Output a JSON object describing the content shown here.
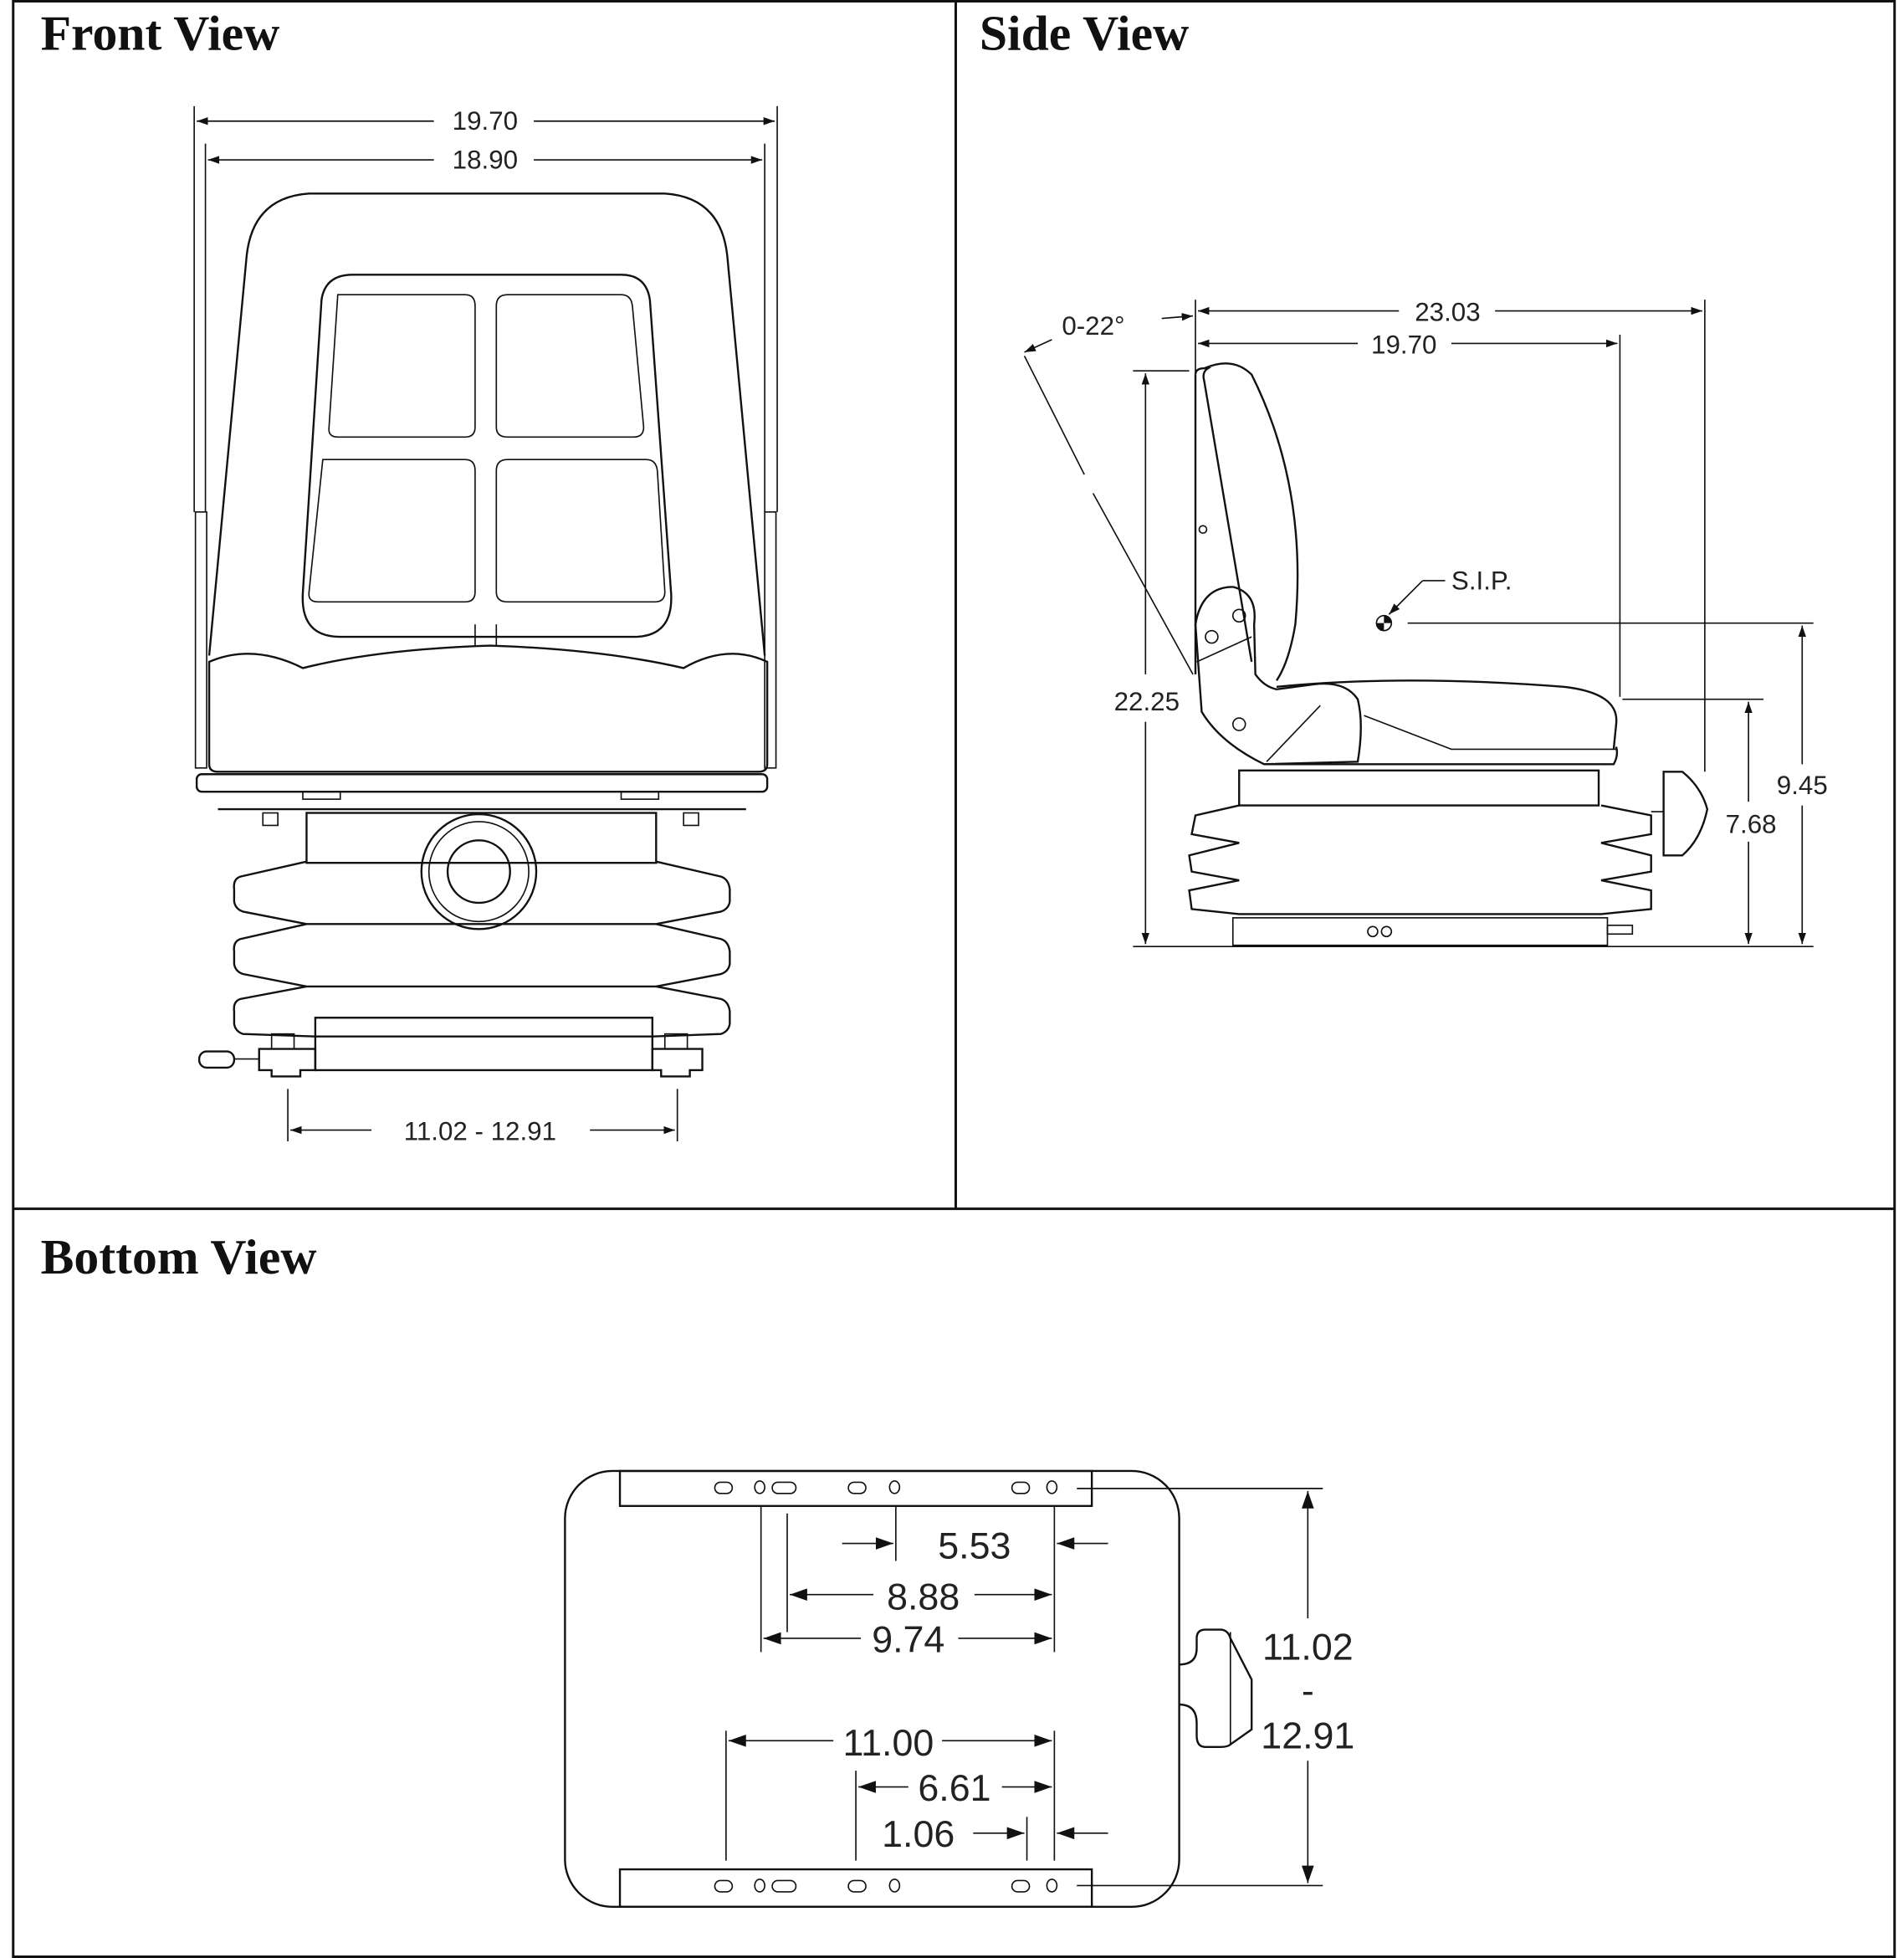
{
  "panels": {
    "front": {
      "title": "Front View",
      "dims": {
        "overall_width": "19.70",
        "back_width": "18.90",
        "mount_range": "11.02 - 12.91"
      }
    },
    "side": {
      "title": "Side View",
      "dims": {
        "recline": "0-22°",
        "overall_depth": "23.03",
        "seat_depth": "19.70",
        "height": "22.25",
        "sip_height": "9.45",
        "seat_height": "7.68"
      },
      "sip_label": "S.I.P."
    },
    "bottom": {
      "title": "Bottom View",
      "dims": {
        "d1": "5.53",
        "d2": "8.88",
        "d3": "9.74",
        "d4": "11.00",
        "d5": "6.61",
        "d6": "1.06",
        "rail_range_a": "11.02",
        "rail_range_sep": "-",
        "rail_range_b": "12.91"
      }
    }
  },
  "colors": {
    "line": "#111111",
    "background": "#ffffff"
  }
}
